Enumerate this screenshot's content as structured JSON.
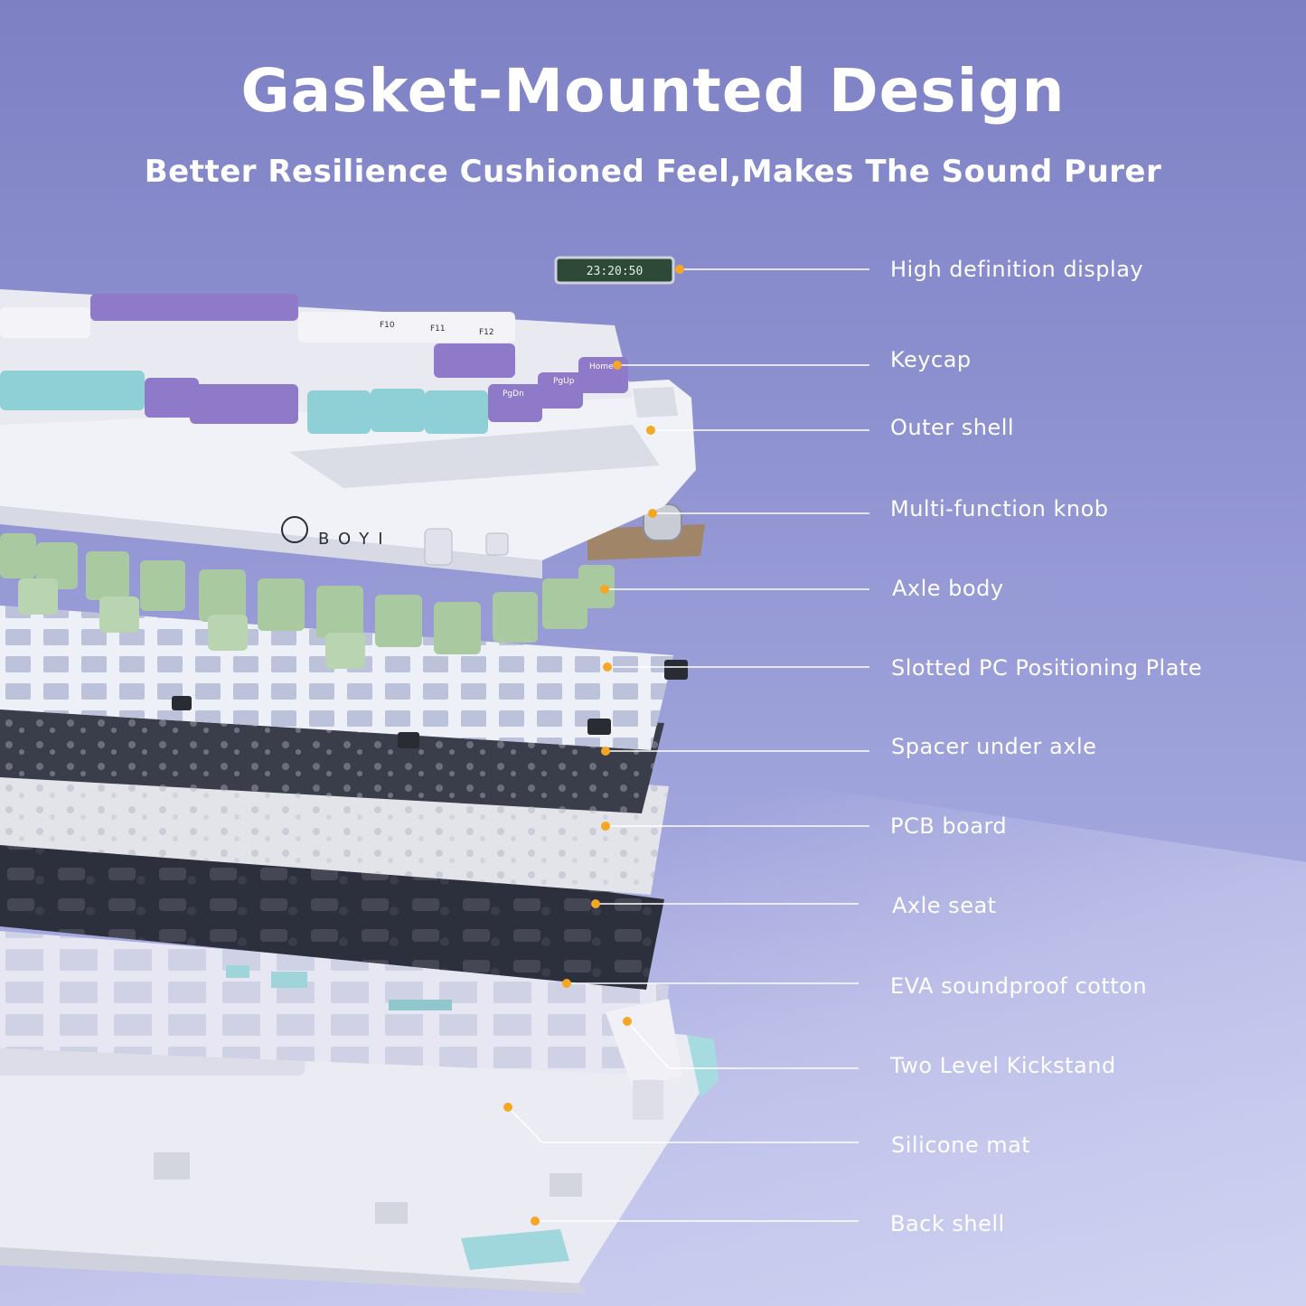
{
  "header": {
    "title": "Gasket-Mounted Design",
    "subtitle": "Better Resilience Cushioned Feel,Makes The Sound Purer"
  },
  "brand": {
    "logo_text": "BOYI"
  },
  "display": {
    "time": "23:20:50"
  },
  "keycap_legends": [
    "Home",
    "PgUp",
    "PgDn",
    "F10",
    "F11",
    "F12"
  ],
  "colors": {
    "accent_dot": "#f5a623",
    "keycap_purple": "#8f79c9",
    "keycap_teal": "#8fd0d6",
    "keycap_white": "#f1f1f6",
    "switch_green": "#a9c9a1",
    "eva_dark": "#2c2f3c"
  },
  "callouts": [
    {
      "label": "High definition display"
    },
    {
      "label": "Keycap"
    },
    {
      "label": "Outer shell"
    },
    {
      "label": "Multi-function knob"
    },
    {
      "label": "Axle body"
    },
    {
      "label": "Slotted PC Positioning Plate"
    },
    {
      "label": "Spacer under axle"
    },
    {
      "label": "PCB board"
    },
    {
      "label": "Axle seat"
    },
    {
      "label": "EVA soundproof cotton"
    },
    {
      "label": "Two Level Kickstand"
    },
    {
      "label": "Silicone mat"
    },
    {
      "label": "Back shell"
    }
  ]
}
